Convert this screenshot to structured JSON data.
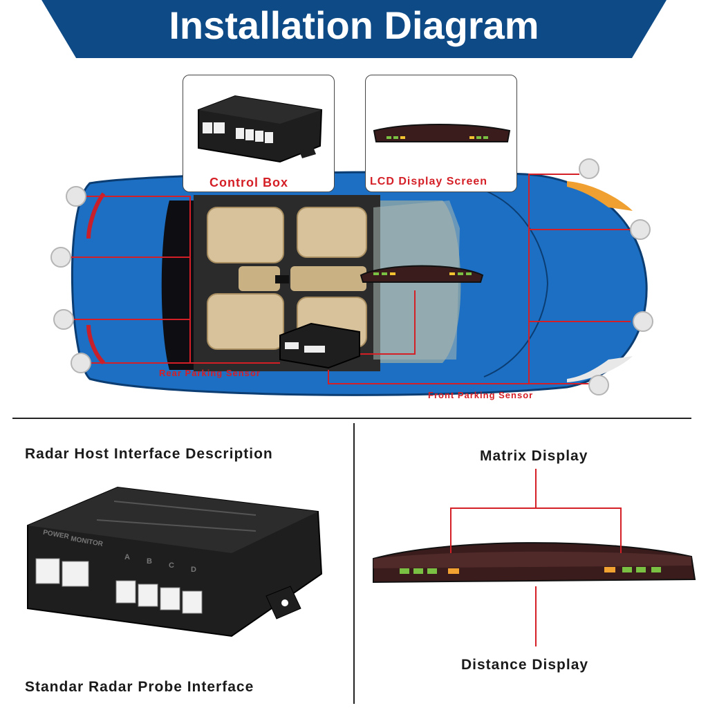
{
  "header": {
    "title": "Installation Diagram"
  },
  "top_diagram": {
    "control_box_label": "Control Box",
    "lcd_label": "LCD Display Screen",
    "rear_sensor_label": "Rear Parking Sensor",
    "front_sensor_label": "Front Parking Sensor"
  },
  "radar_host": {
    "title": "Radar Host Interface Description",
    "caption": "Standar Radar Probe Interface",
    "port_labels": [
      "POWER",
      "MONITOR",
      "A",
      "B",
      "C",
      "D"
    ]
  },
  "display_panel": {
    "matrix_label": "Matrix Display",
    "distance_label": "Distance Display"
  },
  "colors": {
    "banner": "#0d4a86",
    "car_body": "#1c6fc2",
    "accent_red": "#d41f26",
    "seat": "#d8c29b"
  }
}
